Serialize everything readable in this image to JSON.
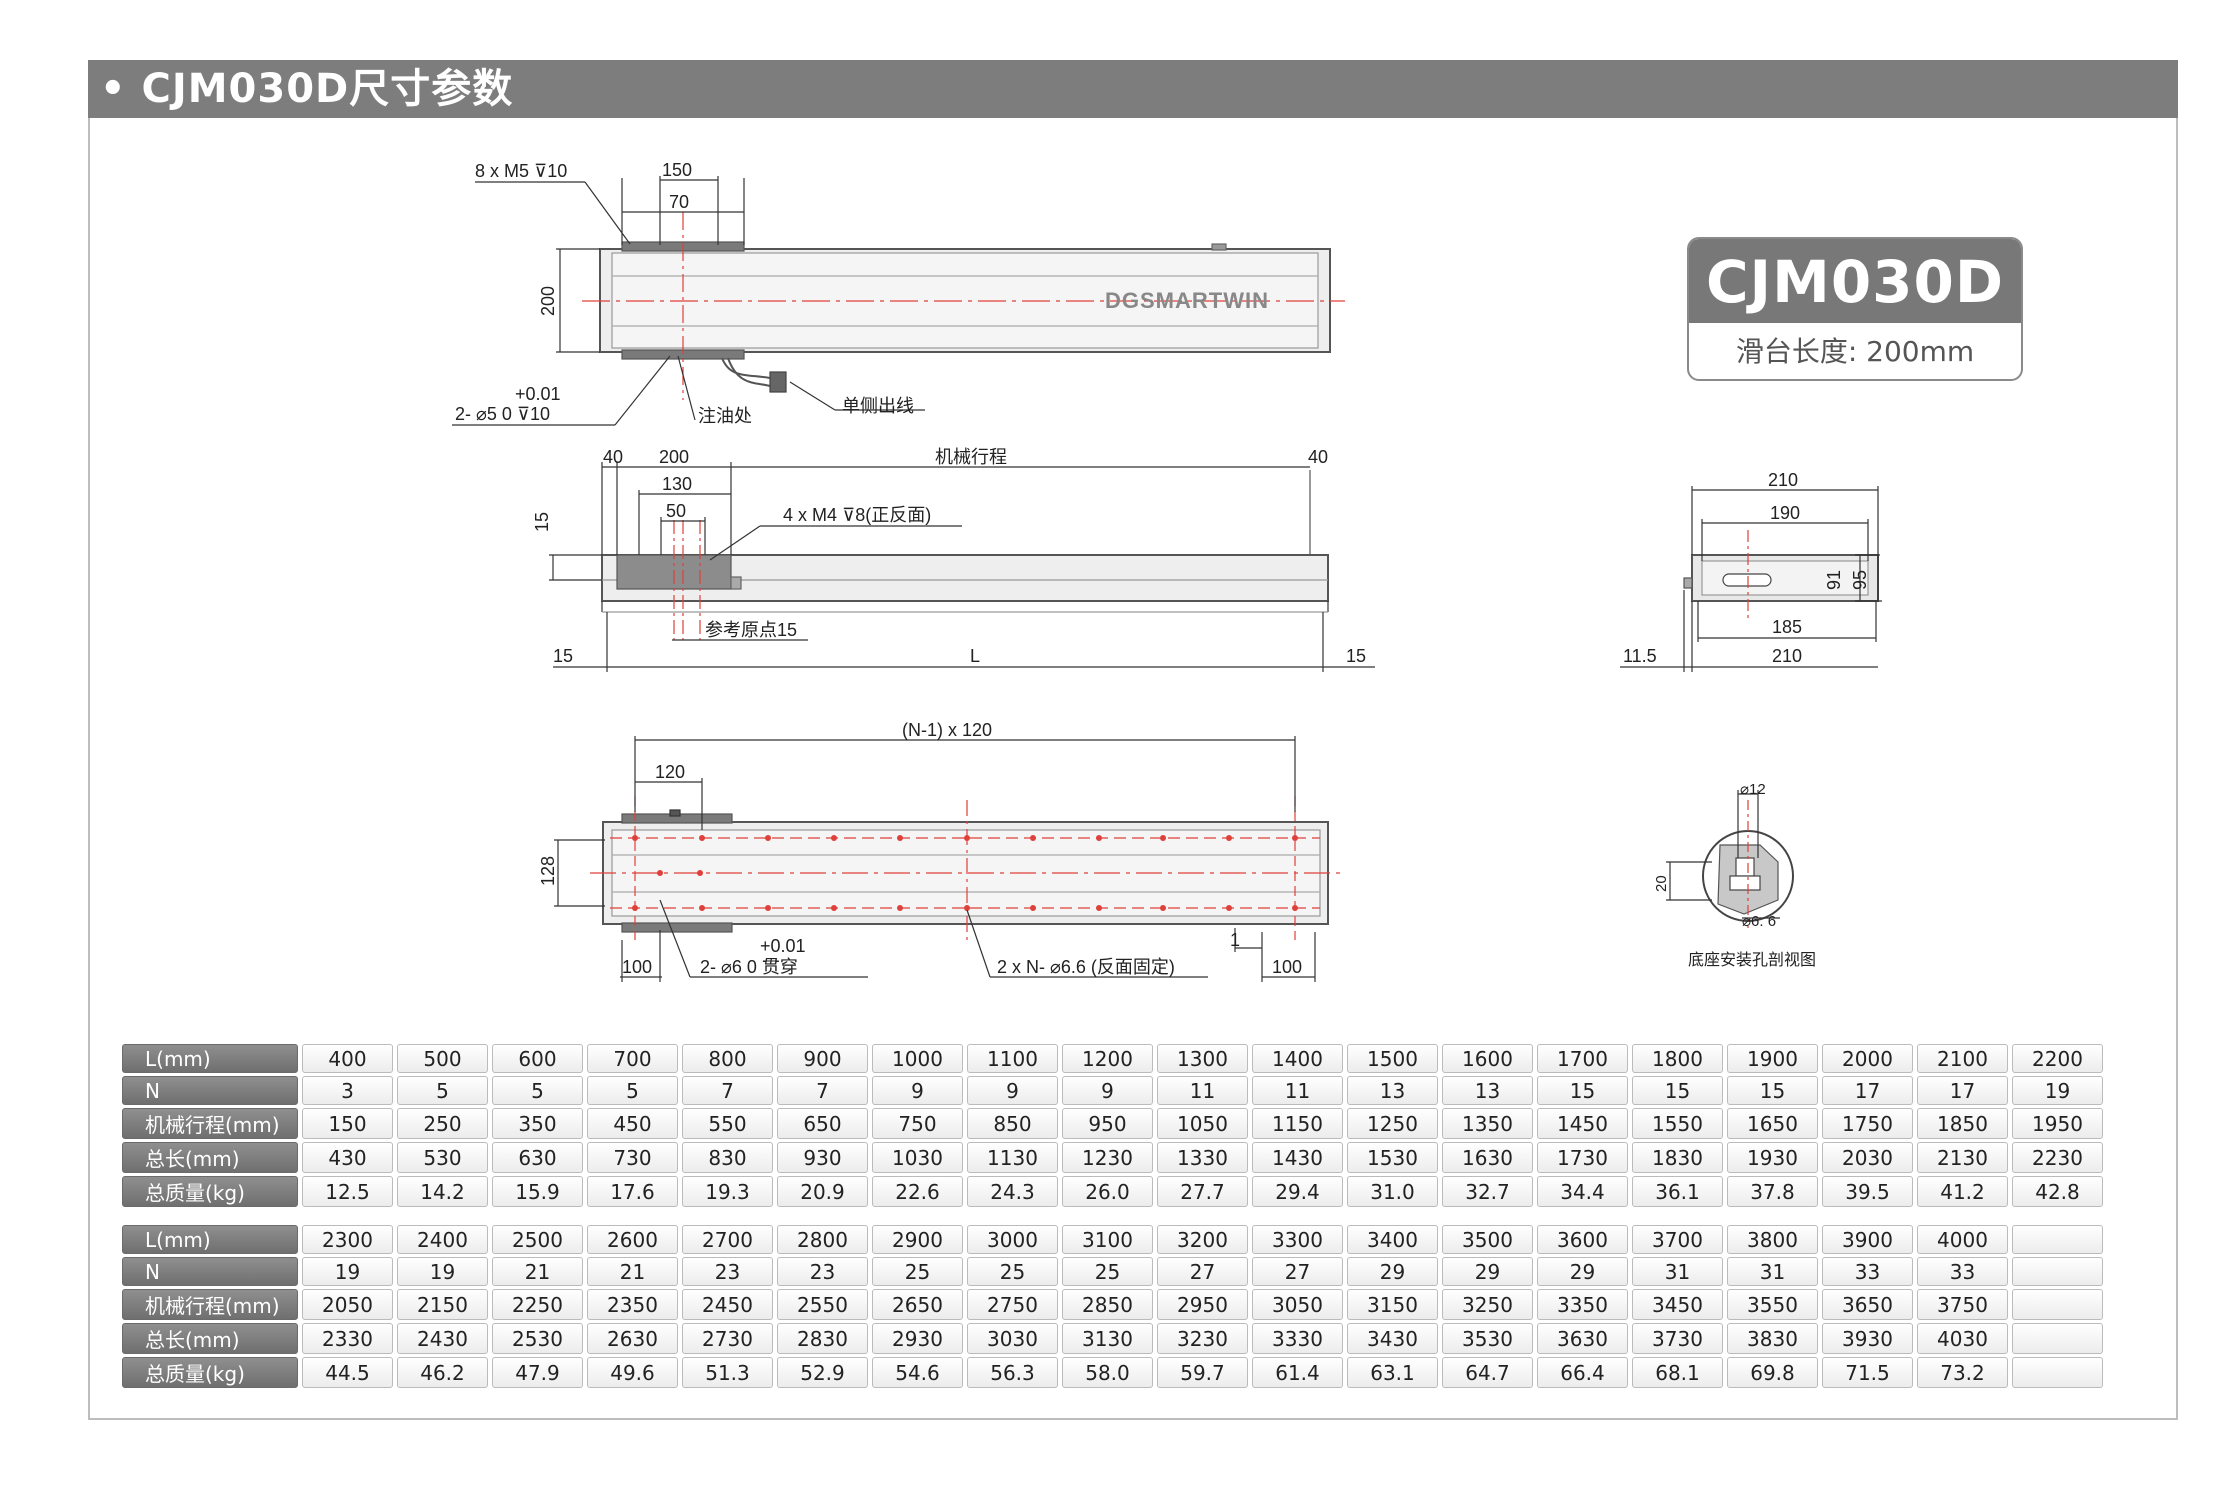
{
  "header": {
    "title": "• CJM030D尺寸参数"
  },
  "badge": {
    "model": "CJM030D",
    "subtitle": "滑台长度: 200mm"
  },
  "brand": {
    "logo_text": "DGSMARTWIN"
  },
  "top_view": {
    "screw_spec": "8 x M5   ⊽10",
    "dim_150": "150",
    "dim_70": "70",
    "dim_200": "200",
    "tol": "+0.01",
    "pin_spec": "2- ⌀5    0     ⊽10",
    "oil_label": "注油处",
    "cable_label": "单侧出线"
  },
  "side_view": {
    "dim_40_left": "40",
    "dim_200": "200",
    "stroke_label": "机械行程",
    "dim_40_right": "40",
    "dim_130": "130",
    "dim_50": "50",
    "screw_spec": "4 x M4   ⊽8(正反面)",
    "dim_15_v": "15",
    "origin_label": "参考原点15",
    "dim_15_left": "15",
    "dim_L": "L",
    "dim_15_right": "15"
  },
  "bottom_view": {
    "pitch_label": "(N-1) x 120",
    "dim_120": "120",
    "dim_128": "128",
    "dim_100_left": "100",
    "tol": "+0.01",
    "pin_spec": "2- ⌀6    0     贯穿",
    "hole_spec": "2 x N-   ⌀6.6 (反面固定)",
    "dim_1": "1",
    "dim_100_right": "100"
  },
  "end_view": {
    "dim_210_top": "210",
    "dim_190": "190",
    "dim_91": "91",
    "dim_95": "95",
    "dim_185": "185",
    "dim_11_5": "11.5",
    "dim_210_bottom": "210"
  },
  "hole_section": {
    "dim_12": "⌀12",
    "dim_20": "20",
    "dim_6_6": "⌀6. 6",
    "caption": "底座安装孔剖视图"
  },
  "colors": {
    "header_bg": "#7d7d7d",
    "table_head_bg": "#7a7a7a",
    "centerline": "#e0403a"
  },
  "table1": {
    "rows": [
      {
        "label": "L(mm)",
        "values": [
          "400",
          "500",
          "600",
          "700",
          "800",
          "900",
          "1000",
          "1100",
          "1200",
          "1300",
          "1400",
          "1500",
          "1600",
          "1700",
          "1800",
          "1900",
          "2000",
          "2100",
          "2200"
        ]
      },
      {
        "label": "N",
        "values": [
          "3",
          "5",
          "5",
          "5",
          "7",
          "7",
          "9",
          "9",
          "9",
          "11",
          "11",
          "13",
          "13",
          "15",
          "15",
          "15",
          "17",
          "17",
          "19"
        ]
      },
      {
        "label": "机械行程(mm)",
        "values": [
          "150",
          "250",
          "350",
          "450",
          "550",
          "650",
          "750",
          "850",
          "950",
          "1050",
          "1150",
          "1250",
          "1350",
          "1450",
          "1550",
          "1650",
          "1750",
          "1850",
          "1950"
        ]
      },
      {
        "label": "总长(mm)",
        "values": [
          "430",
          "530",
          "630",
          "730",
          "830",
          "930",
          "1030",
          "1130",
          "1230",
          "1330",
          "1430",
          "1530",
          "1630",
          "1730",
          "1830",
          "1930",
          "2030",
          "2130",
          "2230"
        ]
      },
      {
        "label": "总质量(kg)",
        "values": [
          "12.5",
          "14.2",
          "15.9",
          "17.6",
          "19.3",
          "20.9",
          "22.6",
          "24.3",
          "26.0",
          "27.7",
          "29.4",
          "31.0",
          "32.7",
          "34.4",
          "36.1",
          "37.8",
          "39.5",
          "41.2",
          "42.8"
        ]
      }
    ]
  },
  "table2": {
    "rows": [
      {
        "label": "L(mm)",
        "values": [
          "2300",
          "2400",
          "2500",
          "2600",
          "2700",
          "2800",
          "2900",
          "3000",
          "3100",
          "3200",
          "3300",
          "3400",
          "3500",
          "3600",
          "3700",
          "3800",
          "3900",
          "4000",
          ""
        ]
      },
      {
        "label": "N",
        "values": [
          "19",
          "19",
          "21",
          "21",
          "23",
          "23",
          "25",
          "25",
          "25",
          "27",
          "27",
          "29",
          "29",
          "29",
          "31",
          "31",
          "33",
          "33",
          ""
        ]
      },
      {
        "label": "机械行程(mm)",
        "values": [
          "2050",
          "2150",
          "2250",
          "2350",
          "2450",
          "2550",
          "2650",
          "2750",
          "2850",
          "2950",
          "3050",
          "3150",
          "3250",
          "3350",
          "3450",
          "3550",
          "3650",
          "3750",
          ""
        ]
      },
      {
        "label": "总长(mm)",
        "values": [
          "2330",
          "2430",
          "2530",
          "2630",
          "2730",
          "2830",
          "2930",
          "3030",
          "3130",
          "3230",
          "3330",
          "3430",
          "3530",
          "3630",
          "3730",
          "3830",
          "3930",
          "4030",
          ""
        ]
      },
      {
        "label": "总质量(kg)",
        "values": [
          "44.5",
          "46.2",
          "47.9",
          "49.6",
          "51.3",
          "52.9",
          "54.6",
          "56.3",
          "58.0",
          "59.7",
          "61.4",
          "63.1",
          "64.7",
          "66.4",
          "68.1",
          "69.8",
          "71.5",
          "73.2",
          ""
        ]
      }
    ]
  }
}
